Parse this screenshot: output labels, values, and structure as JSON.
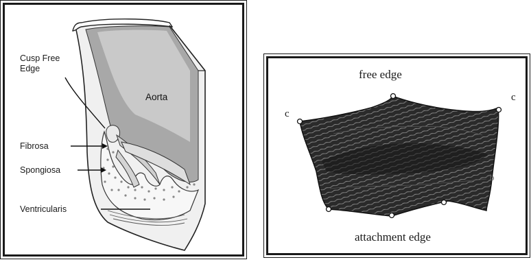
{
  "left_panel": {
    "labels": {
      "cusp_free_edge_line1": "Cusp Free",
      "cusp_free_edge_line2": "Edge",
      "aorta": "Aorta",
      "fibrosa": "Fibrosa",
      "spongiosa": "Spongiosa",
      "ventricularis": "Ventricularis"
    }
  },
  "right_panel": {
    "labels": {
      "free_edge": "free edge",
      "attachment_edge": "attachment edge",
      "c_left": "c",
      "c_right": "c",
      "b": "b"
    }
  }
}
